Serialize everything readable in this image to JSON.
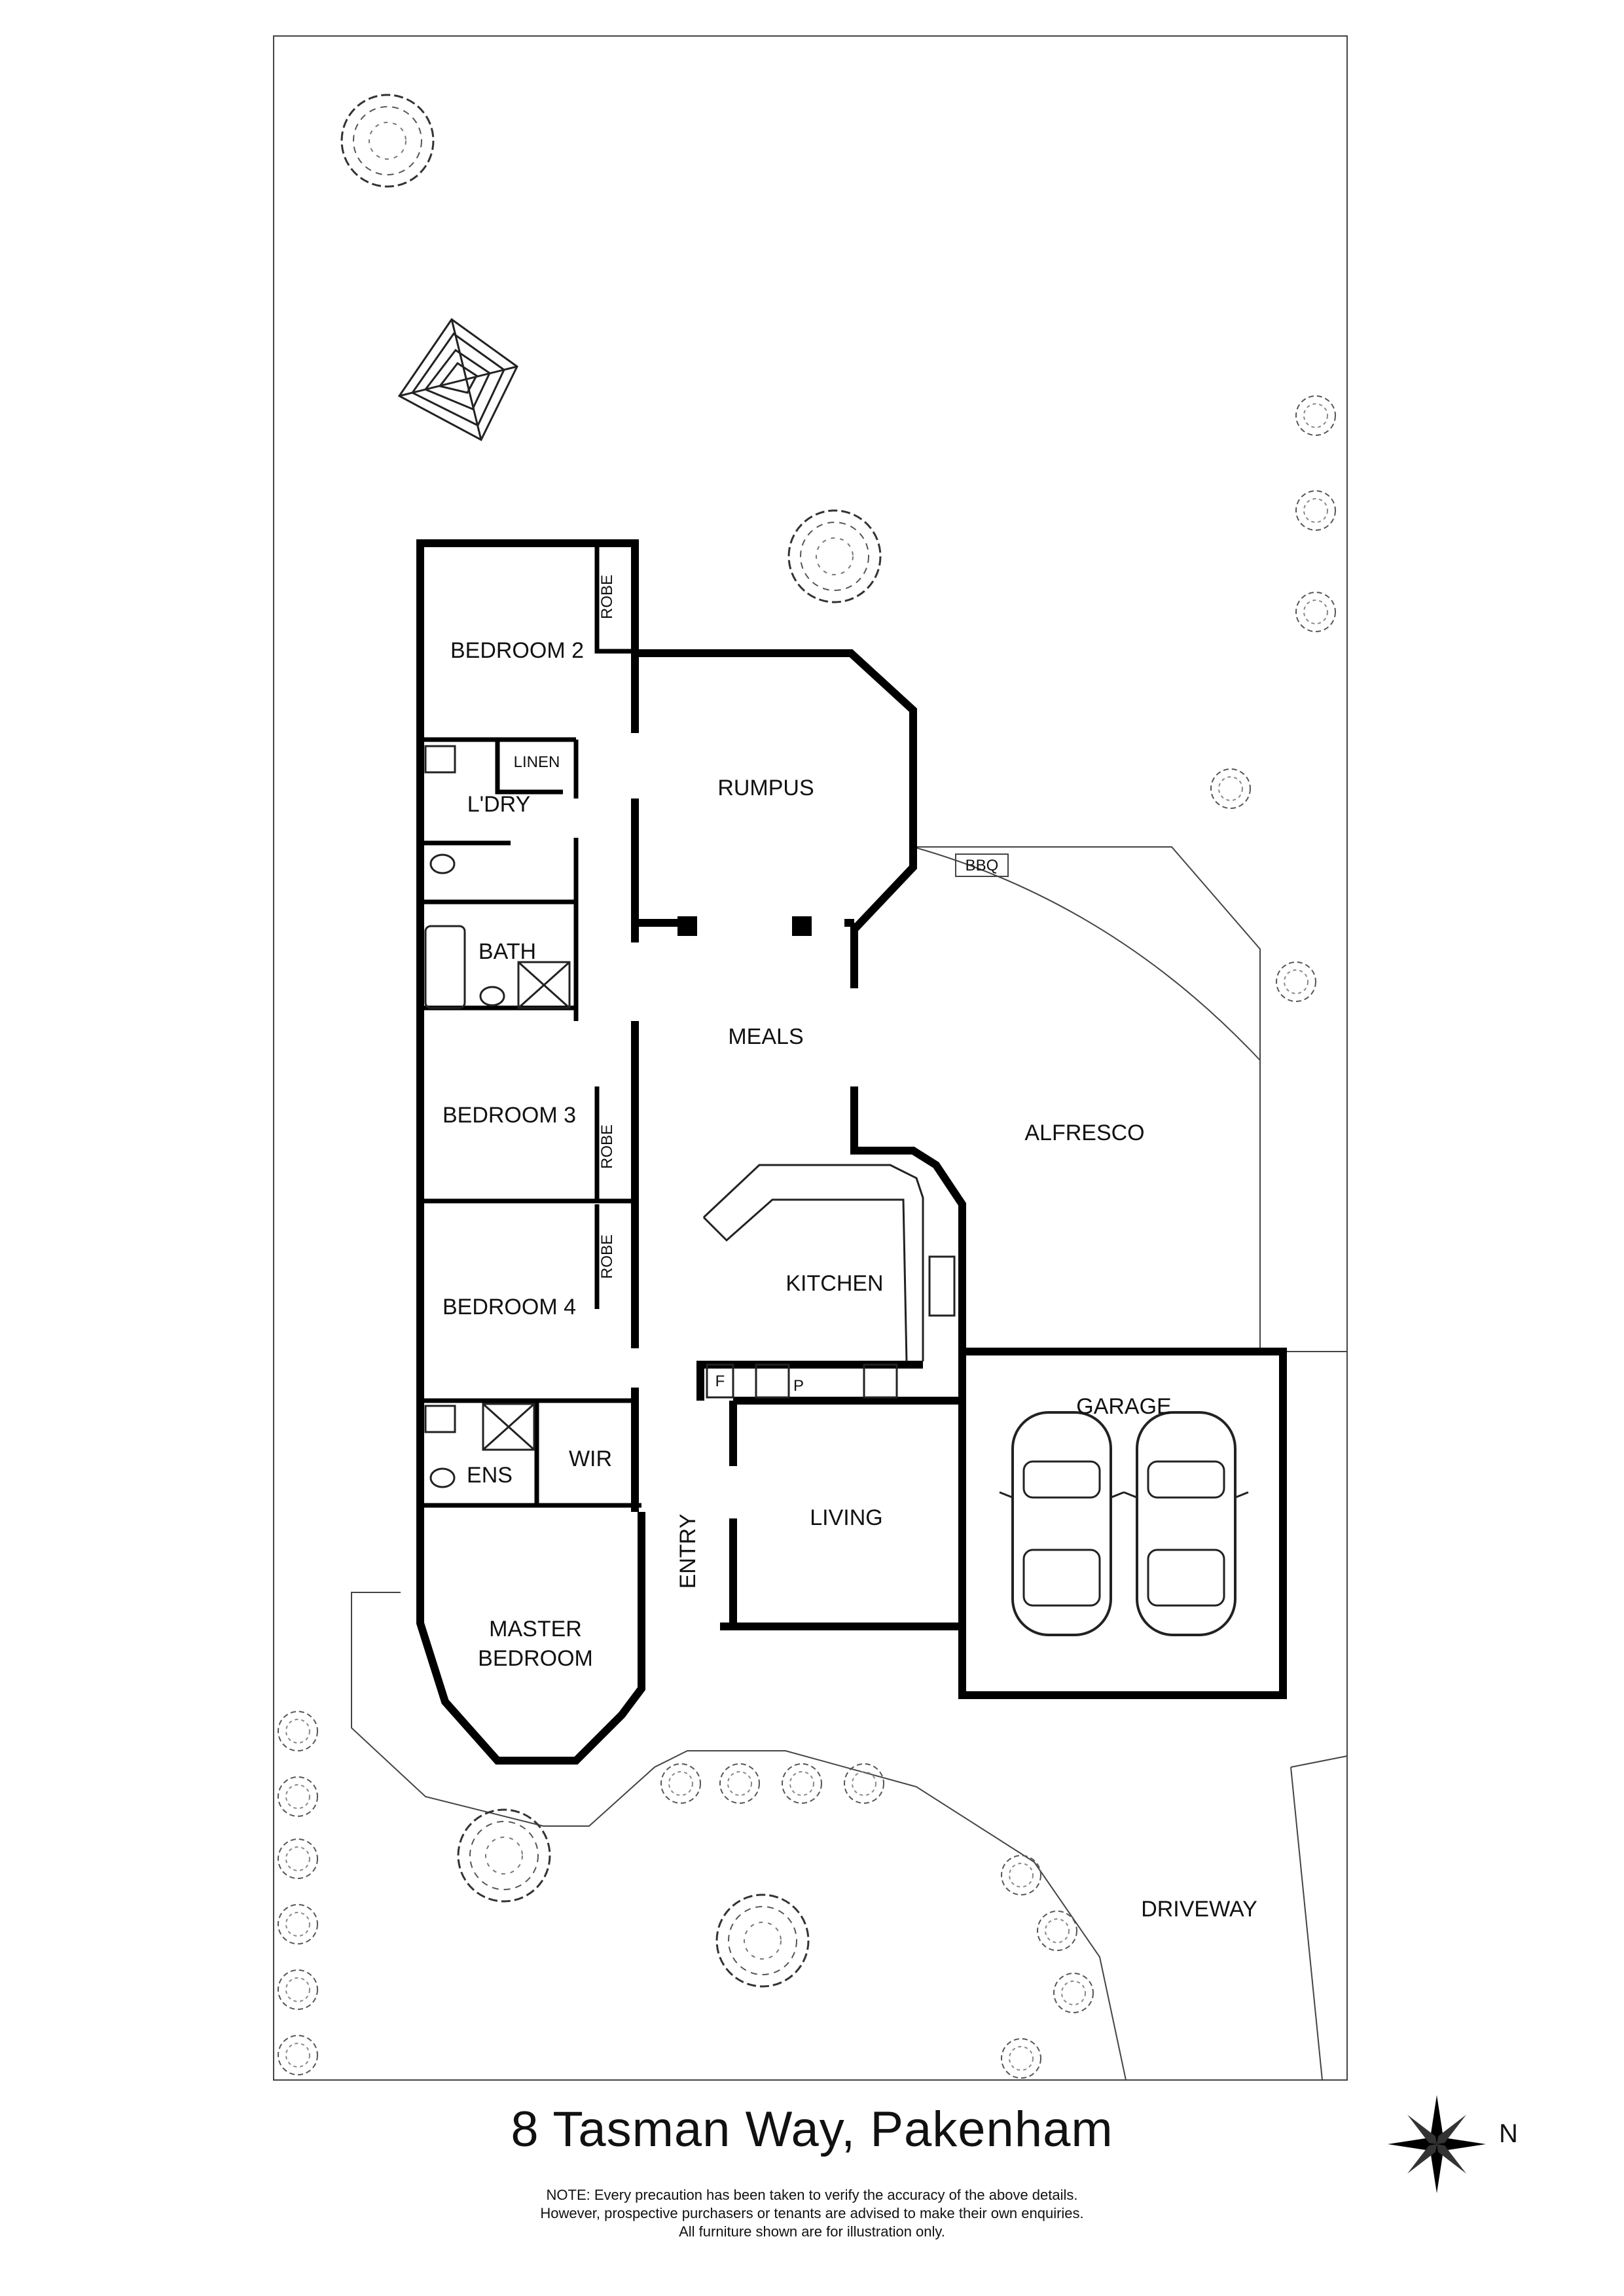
{
  "address": "8 Tasman Way, Pakenham",
  "rooms": {
    "bedroom2": "BEDROOM 2",
    "robe1": "ROBE",
    "linen": "LINEN",
    "laundry": "L'DRY",
    "rumpus": "RUMPUS",
    "bbq": "BBQ",
    "bath": "BATH",
    "meals": "MEALS",
    "alfresco": "ALFRESCO",
    "bedroom3": "BEDROOM 3",
    "robe2": "ROBE",
    "robe3": "ROBE",
    "kitchen": "KITCHEN",
    "bedroom4": "BEDROOM 4",
    "fridge": "F",
    "pantry": "P",
    "garage": "GARAGE",
    "ensuite": "ENS",
    "wir": "WIR",
    "living": "LIVING",
    "entry": "ENTRY",
    "master_line1": "MASTER",
    "master_line2": "BEDROOM",
    "driveway": "DRIVEWAY"
  },
  "note": {
    "line1": "NOTE: Every precaution has been taken to verify the accuracy of the above details.",
    "line2": "However, prospective purchasers or tenants are advised to make their own enquiries.",
    "line3": "All furniture shown are for illustration only."
  },
  "compass_label": "N"
}
